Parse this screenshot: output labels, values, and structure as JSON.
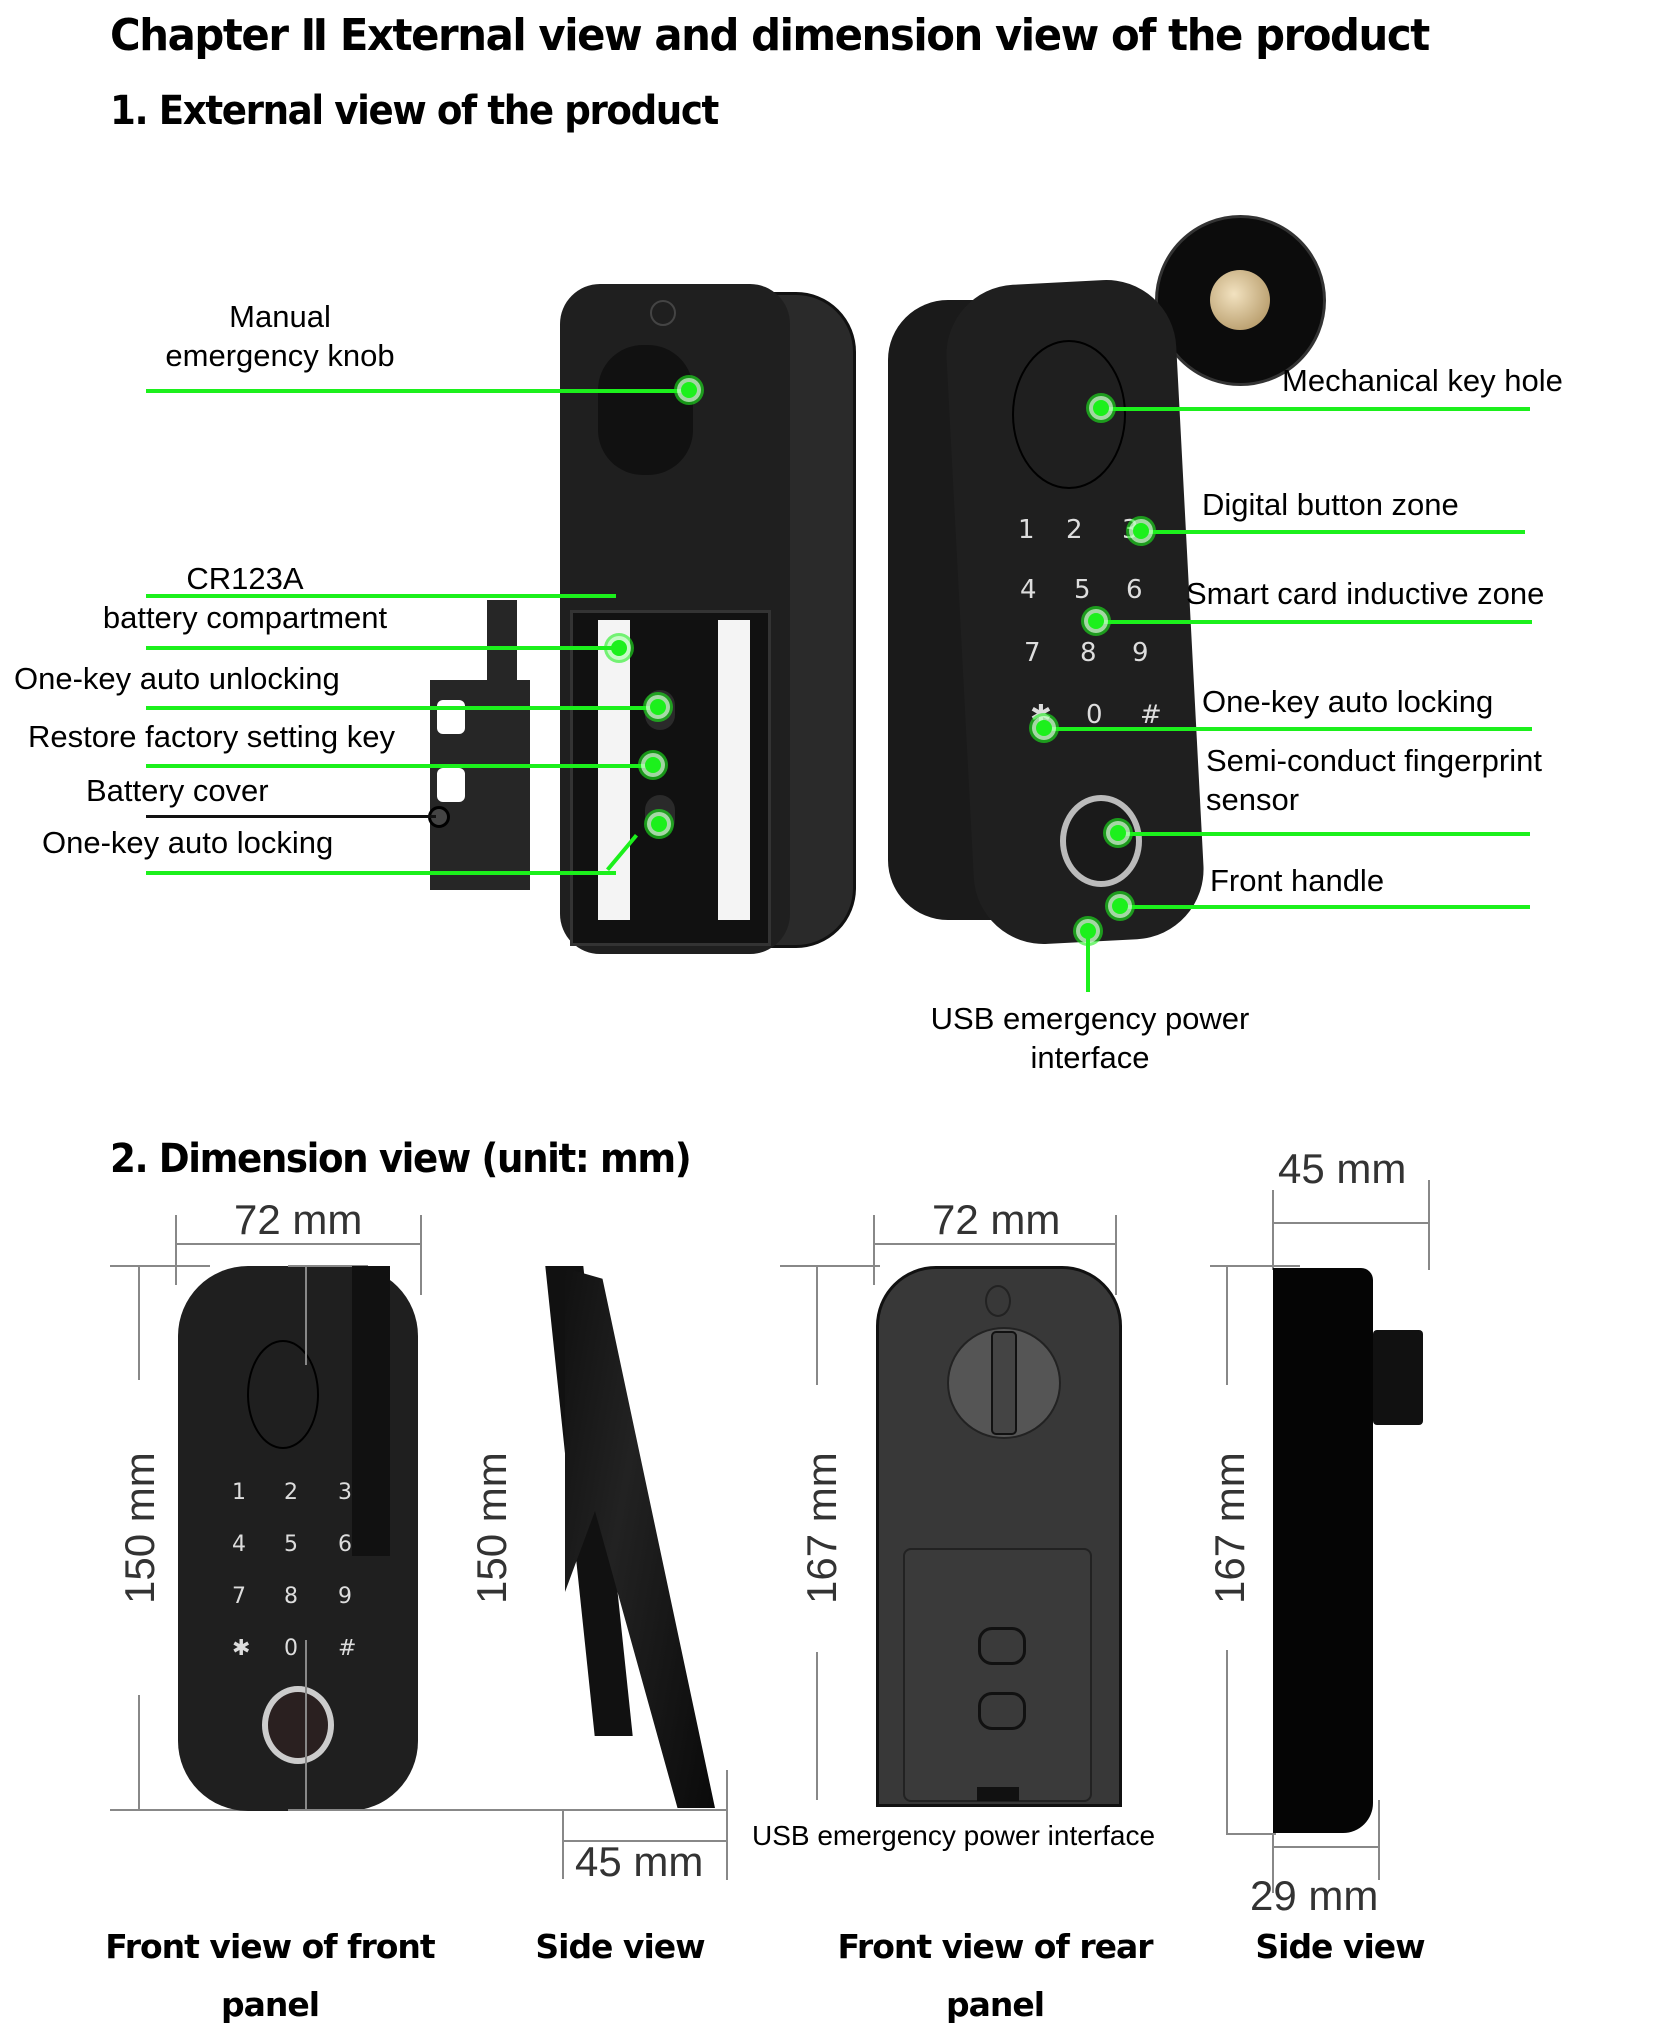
{
  "chapter_title": "Chapter Ⅱ External view and dimension view of the product",
  "section1": {
    "title": "1. External view of the product",
    "rear_labels": {
      "manual_knob": [
        "Manual",
        "emergency knob"
      ],
      "battery": [
        "CR123A",
        "battery compartment"
      ],
      "unlock": "One-key auto unlocking",
      "restore": "Restore factory setting key",
      "battery_cover": "Battery cover",
      "auto_lock": "One-key auto locking"
    },
    "front_labels": {
      "key_hole": "Mechanical key hole",
      "digital": "Digital button zone",
      "card": "Smart card inductive zone",
      "auto_lock": "One-key auto locking",
      "fingerprint": [
        "Semi-conduct fingerprint",
        "sensor"
      ],
      "handle": "Front handle",
      "usb": [
        "USB emergency power",
        "interface"
      ]
    },
    "keypad": [
      "1",
      "2",
      "3",
      "4",
      "5",
      "6",
      "7",
      "8",
      "9",
      "✱",
      "0",
      "#"
    ]
  },
  "section2": {
    "title": "2. Dimension view (unit: mm)",
    "views": [
      {
        "caption": [
          "Front view of front",
          "panel"
        ],
        "width": "72 mm",
        "height": "150 mm"
      },
      {
        "caption": [
          "Side view"
        ],
        "height": "150 mm",
        "depth": "45 mm"
      },
      {
        "caption": [
          "Front view of rear",
          "panel"
        ],
        "width": "72 mm",
        "height": "167 mm",
        "note": "USB emergency power interface"
      },
      {
        "caption": [
          "Side view"
        ],
        "height": "167 mm",
        "depth_top": "45 mm",
        "depth_bottom": "29 mm"
      }
    ]
  },
  "colors": {
    "callout_green": "#1cf01c",
    "device_black": "#1f1f1f"
  }
}
